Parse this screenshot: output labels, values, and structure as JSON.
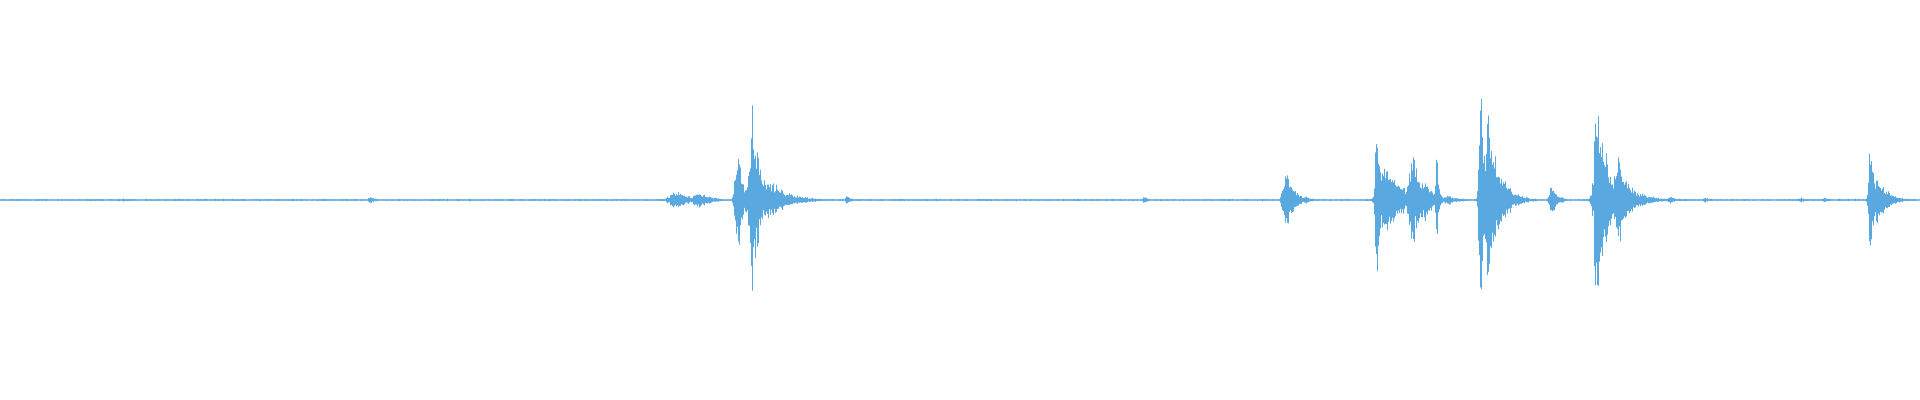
{
  "waveform": {
    "color": "#5aa8e0",
    "baseline": 0.0,
    "amplitude_unit": "normalized",
    "peak_max": 1.0,
    "time_span": [
      0,
      1
    ],
    "events": [
      {
        "t": 0.064,
        "amp": 0.01,
        "spread": 0.002
      },
      {
        "t": 0.193,
        "amp": 0.02,
        "spread": 0.003
      },
      {
        "t": 0.26,
        "amp": 0.008,
        "spread": 0.002
      },
      {
        "t": 0.352,
        "amp": 0.05,
        "spread": 0.008
      },
      {
        "t": 0.364,
        "amp": 0.05,
        "spread": 0.006
      },
      {
        "t": 0.384,
        "amp": 0.31,
        "spread": 0.003
      },
      {
        "t": 0.392,
        "amp": 0.5,
        "spread": 0.004
      },
      {
        "t": 0.4,
        "amp": 0.12,
        "spread": 0.01
      },
      {
        "t": 0.441,
        "amp": 0.03,
        "spread": 0.002
      },
      {
        "t": 0.596,
        "amp": 0.02,
        "spread": 0.002
      },
      {
        "t": 0.67,
        "amp": 0.17,
        "spread": 0.004
      },
      {
        "t": 0.68,
        "amp": 0.02,
        "spread": 0.004
      },
      {
        "t": 0.717,
        "amp": 0.53,
        "spread": 0.002
      },
      {
        "t": 0.722,
        "amp": 0.21,
        "spread": 0.008
      },
      {
        "t": 0.736,
        "amp": 0.26,
        "spread": 0.005
      },
      {
        "t": 0.742,
        "amp": 0.13,
        "spread": 0.004
      },
      {
        "t": 0.748,
        "amp": 0.35,
        "spread": 0.001
      },
      {
        "t": 0.754,
        "amp": 0.03,
        "spread": 0.006
      },
      {
        "t": 0.771,
        "amp": 0.75,
        "spread": 0.002
      },
      {
        "t": 0.775,
        "amp": 0.45,
        "spread": 0.006
      },
      {
        "t": 0.782,
        "amp": 0.04,
        "spread": 0.008
      },
      {
        "t": 0.808,
        "amp": 0.1,
        "spread": 0.003
      },
      {
        "t": 0.83,
        "amp": 0.02,
        "spread": 0.004
      },
      {
        "t": 0.83,
        "amp": 0.015,
        "spread": 0.003
      },
      {
        "t": 0.8305,
        "amp": 0.85,
        "spread": 0.001
      },
      {
        "t": 0.833,
        "amp": 0.55,
        "spread": 0.005
      },
      {
        "t": 0.843,
        "amp": 0.25,
        "spread": 0.006
      },
      {
        "t": 0.855,
        "amp": 0.04,
        "spread": 0.008
      },
      {
        "t": 0.87,
        "amp": 0.02,
        "spread": 0.003
      },
      {
        "t": 0.888,
        "amp": 0.015,
        "spread": 0.003
      },
      {
        "t": 0.938,
        "amp": 0.015,
        "spread": 0.003
      },
      {
        "t": 0.95,
        "amp": 0.015,
        "spread": 0.003
      },
      {
        "t": 0.974,
        "amp": 0.39,
        "spread": 0.002
      },
      {
        "t": 0.978,
        "amp": 0.14,
        "spread": 0.005
      },
      {
        "t": 0.99,
        "amp": 0.015,
        "spread": 0.003
      }
    ]
  }
}
